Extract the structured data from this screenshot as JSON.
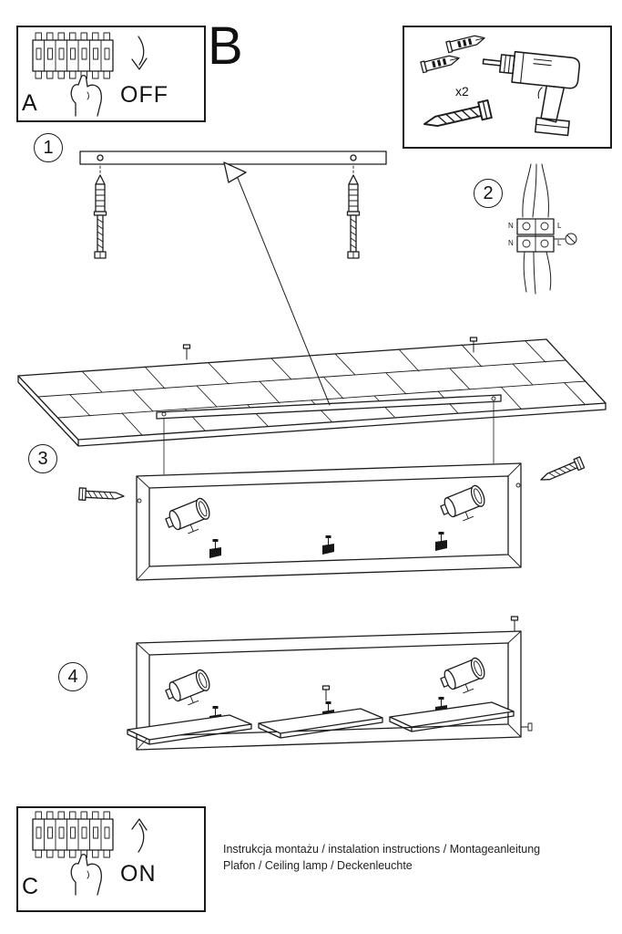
{
  "title": {
    "letter_b": "B"
  },
  "panel_a": {
    "label": "A",
    "state_label": "OFF"
  },
  "panel_c": {
    "label": "C",
    "state_label": "ON"
  },
  "hardware": {
    "plug_count_label": "x2"
  },
  "steps": {
    "s1": "1",
    "s2": "2",
    "s3": "3",
    "s4": "4"
  },
  "wiring": {
    "labels": {
      "top_left": "N",
      "top_right": "L",
      "bottom_left": "N",
      "bottom_right": "L"
    }
  },
  "footer": {
    "line1": "Instrukcja montażu / instalation instructions / Montageanleitung",
    "line2": "Plafon / Ceiling lamp / Deckenleuchte"
  }
}
